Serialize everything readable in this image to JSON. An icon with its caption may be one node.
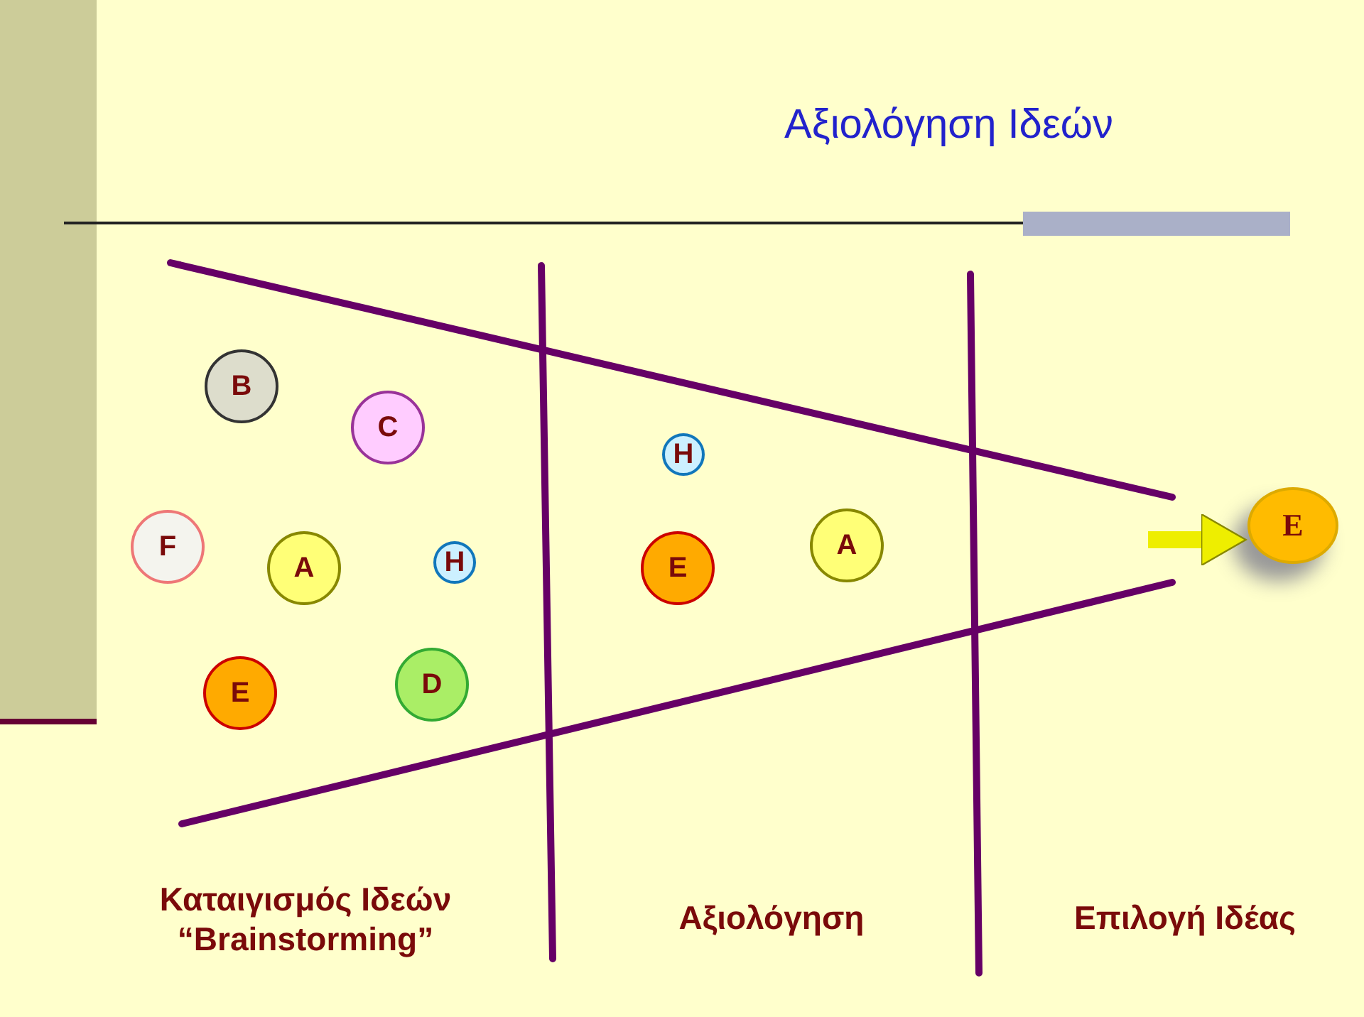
{
  "diagram": {
    "title": "Αξιολόγηση Ιδεών",
    "nodes": [
      {
        "text": [
          "B"
        ]
      },
      {
        "text": [
          "C"
        ]
      },
      {
        "text": [
          "H"
        ]
      },
      {
        "text": [
          "F"
        ]
      },
      {
        "text": [
          "A"
        ]
      },
      {
        "text": [
          "H"
        ]
      },
      {
        "text": [
          "E"
        ]
      },
      {
        "text": [
          "A"
        ]
      },
      {
        "text": [
          "E"
        ]
      },
      {
        "text": [
          "E"
        ]
      },
      {
        "text": [
          "D"
        ]
      }
    ],
    "edges": [
      {
        "from": null,
        "to": 8,
        "arrow": "to"
      }
    ],
    "labels": [
      "Καταιγισμός Ιδεών",
      "“Brainstorming”",
      "Αξιολόγηση",
      "Επιλογή Ιδέας"
    ]
  }
}
